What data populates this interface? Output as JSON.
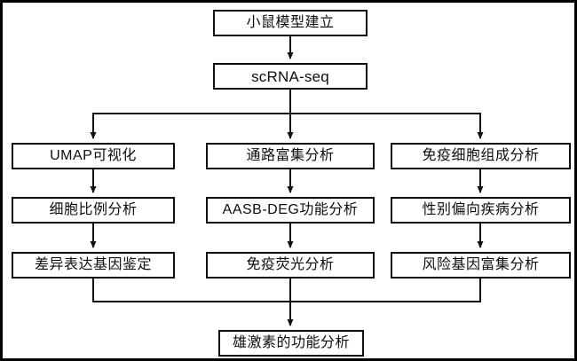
{
  "diagram": {
    "type": "flowchart",
    "nodes": {
      "mouse_model": "小鼠模型建立",
      "scrna_seq": "scRNA-seq",
      "left_column": [
        "UMAP可视化",
        "细胞比例分析",
        "差异表达基因鉴定"
      ],
      "middle_column": [
        "通路富集分析",
        "AASB-DEG功能分析",
        "免疫荧光分析"
      ],
      "right_column": [
        "免疫细胞组成分析",
        "性别偏向疾病分析",
        "风险基因富集分析"
      ],
      "final": "雄激素的功能分析"
    },
    "edges": [
      "小鼠模型建立 -> scRNA-seq",
      "scRNA-seq -> UMAP可视化",
      "scRNA-seq -> 通路富集分析",
      "scRNA-seq -> 免疫细胞组成分析",
      "UMAP可视化 -> 细胞比例分析",
      "细胞比例分析 -> 差异表达基因鉴定",
      "通路富集分析 -> AASB-DEG功能分析",
      "AASB-DEG功能分析 -> 免疫荧光分析",
      "免疫细胞组成分析 -> 性别偏向疾病分析",
      "性别偏向疾病分析 -> 风险基因富集分析",
      "差异表达基因鉴定 -> 雄激素的功能分析",
      "免疫荧光分析 -> 雄激素的功能分析",
      "风险基因富集分析 -> 雄激素的功能分析"
    ],
    "colors": {
      "background": "#ffffff",
      "box_fill": "#ffffff",
      "box_border": "#0d0d0d",
      "line": "#111111",
      "text": "#0d0d0d",
      "outer_frame": "#000000"
    }
  }
}
